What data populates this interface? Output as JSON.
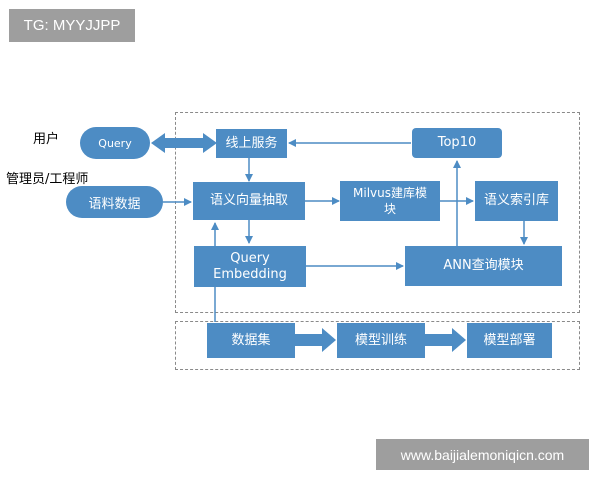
{
  "watermarks": {
    "top_left": "TG: MYYJJPP",
    "bottom_right": "www.baijialemoniqicn.com"
  },
  "actors": {
    "user": "用户",
    "admin": "管理员/工程师"
  },
  "nodes": {
    "query": "Query",
    "corpus": "语料数据",
    "online_service": "线上服务",
    "semantic_extract": "语义向量抽取",
    "milvus": "Milvus建库模块",
    "top10": "Top10",
    "semantic_index": "语义索引库",
    "query_embedding": "Query Embedding",
    "ann": "ANN查询模块",
    "dataset": "数据集",
    "model_training": "模型训练",
    "model_deploy": "模型部署"
  },
  "colors": {
    "node_fill": "#4d8cc4",
    "node_text": "#ffffff",
    "arrow": "#4d8cc4",
    "frame": "#8a8a8a"
  }
}
